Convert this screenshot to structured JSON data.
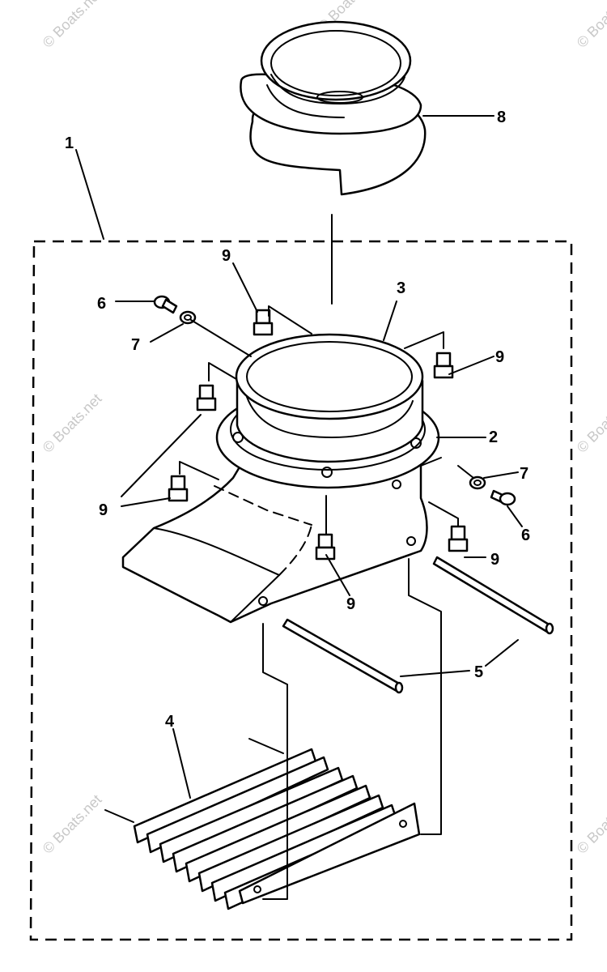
{
  "callouts": {
    "c1": "1",
    "c2": "2",
    "c3": "3",
    "c4": "4",
    "c5": "5",
    "c6a": "6",
    "c6b": "6",
    "c7a": "7",
    "c7b": "7",
    "c8": "8",
    "c9a": "9",
    "c9b": "9",
    "c9c": "9",
    "c9d": "9",
    "c9e": "9"
  },
  "watermark": {
    "text": "© Boats.net"
  },
  "colors": {
    "line": "#000000",
    "background": "#ffffff",
    "watermark": "#c8c8c8"
  }
}
